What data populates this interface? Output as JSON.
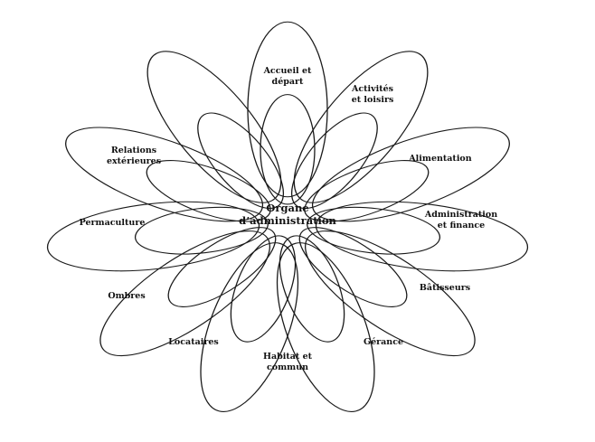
{
  "center": {
    "line1": "Organe",
    "line2": "d’administration"
  },
  "circles": [
    {
      "id": "accueil",
      "lines": [
        "Accueil et",
        "départ"
      ]
    },
    {
      "id": "activites",
      "lines": [
        "Activités",
        "et loisirs"
      ]
    },
    {
      "id": "alimentation",
      "lines": [
        "Alimentation"
      ]
    },
    {
      "id": "administration",
      "lines": [
        "Administration",
        "et finance"
      ]
    },
    {
      "id": "batisseurs",
      "lines": [
        "Bâtisseurs"
      ]
    },
    {
      "id": "gerance",
      "lines": [
        "Gérance"
      ]
    },
    {
      "id": "habitat",
      "lines": [
        "Habitat et",
        "commun"
      ]
    },
    {
      "id": "locataires",
      "lines": [
        "Locataires"
      ]
    },
    {
      "id": "ombres",
      "lines": [
        "Ombres"
      ]
    },
    {
      "id": "permaculture",
      "lines": [
        "Permaculture"
      ]
    },
    {
      "id": "relations",
      "lines": [
        "Relations",
        "extérieures"
      ]
    }
  ]
}
